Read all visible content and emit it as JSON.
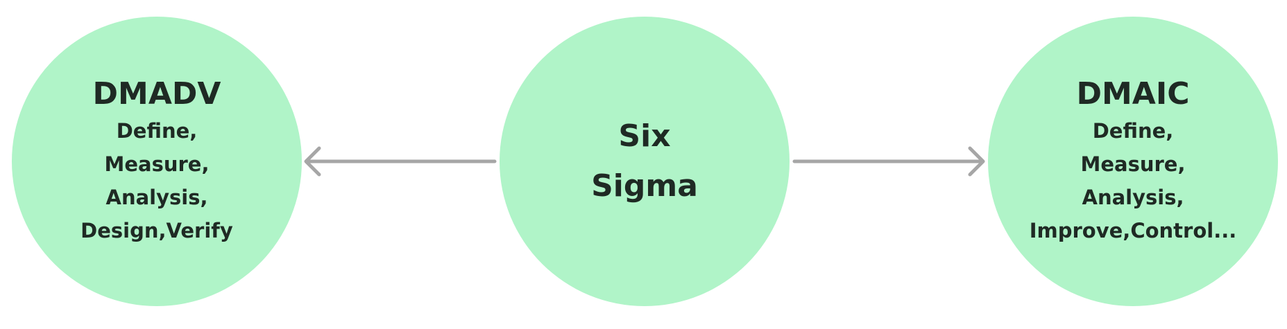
{
  "colors": {
    "node_fill": "#b0f4c8",
    "text": "#1f2a24",
    "arrow": "#a6a6a6"
  },
  "nodes": {
    "left": {
      "title": "DMADV",
      "lines": [
        "Define,",
        "Measure,",
        "Analysis,",
        "Design,Verify"
      ]
    },
    "center": {
      "lines": [
        "Six",
        "Sigma"
      ]
    },
    "right": {
      "title": "DMAIC",
      "lines": [
        "Define,",
        "Measure,",
        "Analysis,",
        "Improve,Control..."
      ]
    }
  },
  "edges": [
    {
      "from": "center",
      "to": "left",
      "direction": "left"
    },
    {
      "from": "center",
      "to": "right",
      "direction": "right"
    }
  ]
}
